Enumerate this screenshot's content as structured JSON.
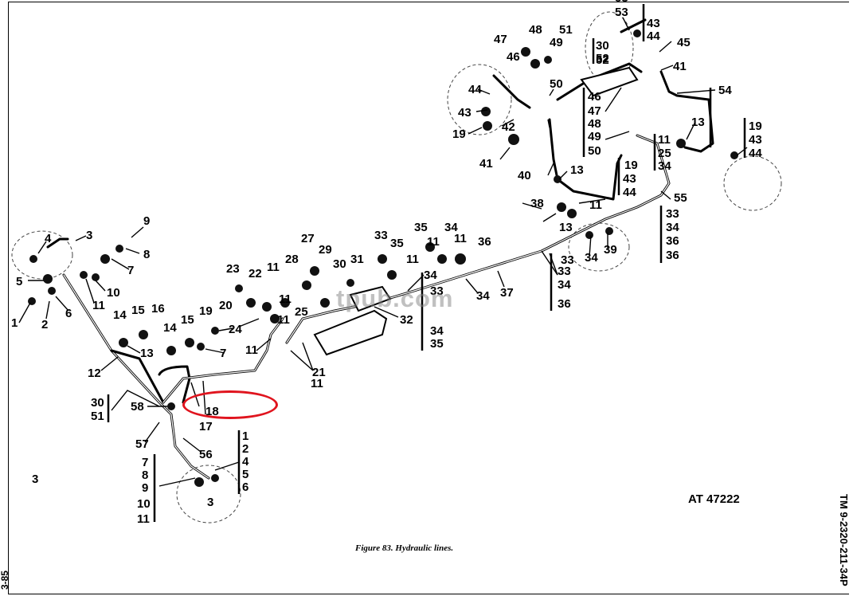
{
  "figure": {
    "caption": "Figure 83. Hydraulic lines.",
    "figure_id": "AT 47222",
    "tm_number": "TM 9-2320-211-34P",
    "page_number": "3-85",
    "watermark": "tpub.com"
  },
  "highlight": {
    "color": "#e0141e",
    "target_label": "18"
  },
  "callouts": [
    "1",
    "2",
    "3",
    "4",
    "5",
    "6",
    "7",
    "8",
    "9",
    "10",
    "11",
    "12",
    "13",
    "14",
    "15",
    "16",
    "17",
    "18",
    "19",
    "20",
    "21",
    "22",
    "23",
    "24",
    "25",
    "27",
    "28",
    "29",
    "30",
    "31",
    "32",
    "33",
    "34",
    "35",
    "36",
    "37",
    "38",
    "39",
    "40",
    "41",
    "42",
    "43",
    "44",
    "45",
    "46",
    "47",
    "48",
    "49",
    "50",
    "51",
    "52",
    "53",
    "54",
    "55",
    "56",
    "57",
    "58",
    "3",
    "7",
    "11",
    "11",
    "13",
    "14",
    "15",
    "19",
    "11",
    "11",
    "11",
    "11",
    "11",
    "11",
    "11",
    "13",
    "19",
    "19",
    "43",
    "44",
    "33",
    "34",
    "36",
    "33",
    "34",
    "35",
    "36",
    "34",
    "34",
    "30",
    "51",
    "1",
    "2",
    "4",
    "5",
    "6",
    "7",
    "8",
    "9",
    "10",
    "11",
    "46",
    "47",
    "48",
    "49",
    "50",
    "30",
    "52",
    "43",
    "44",
    "33",
    "34",
    "36",
    "11",
    "25",
    "34",
    "33",
    "35",
    "34",
    "44",
    "43",
    "41",
    "13",
    "53",
    "3"
  ]
}
